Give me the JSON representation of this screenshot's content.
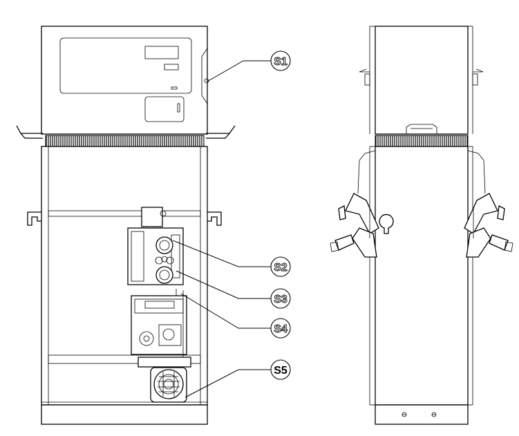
{
  "callouts": [
    {
      "id": "s1",
      "label": "S1"
    },
    {
      "id": "s2",
      "label": "S2"
    },
    {
      "id": "s3",
      "label": "S3"
    },
    {
      "id": "s4",
      "label": "S4"
    },
    {
      "id": "s5",
      "label": "S5"
    }
  ],
  "views": [
    "front-view",
    "side-view"
  ]
}
